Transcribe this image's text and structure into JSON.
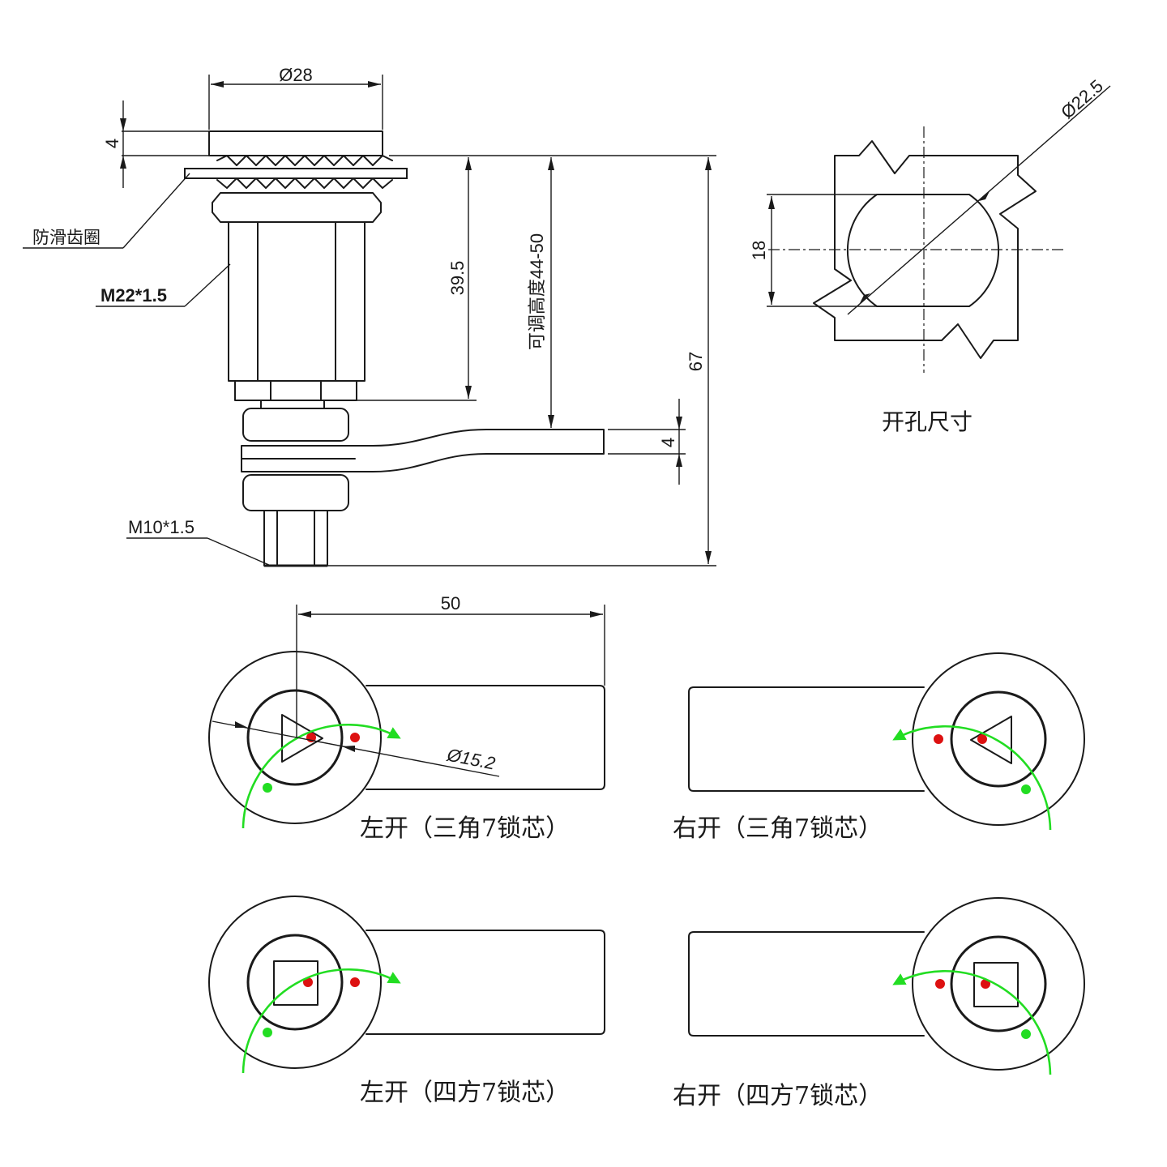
{
  "labels": {
    "dia_top": "Ø28",
    "flange_thk": "4",
    "anti_slip": "防滑齿圈",
    "thread_main": "M22*1.5",
    "height_395": "39.5",
    "adjustable": "可调高度44-50",
    "total_height": "67",
    "cam_thk": "4",
    "thread_bottom": "M10*1.5",
    "hole_dia": "Ø22.5",
    "hole_width": "18",
    "hole_size": "开孔尺寸",
    "cam_len": "50",
    "core_dia": "Ø15.2"
  },
  "captions": {
    "left_tri": "左开（三角7锁芯）",
    "right_tri": "右开（三角7锁芯）",
    "left_sq": "左开（四方7锁芯）",
    "right_sq": "右开（四方7锁芯）"
  },
  "colors": {
    "rotation_arrow": "#22dd22",
    "position_dot_red": "#dd1111",
    "position_dot_green": "#22dd22"
  }
}
